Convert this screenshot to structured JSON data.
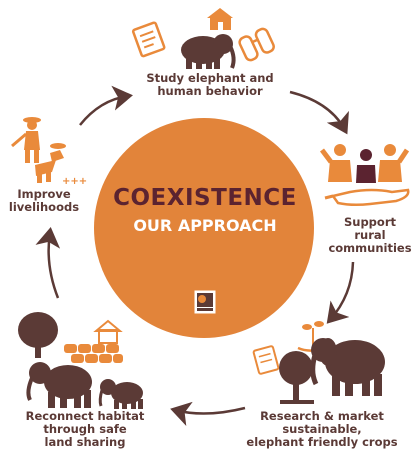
{
  "center": {
    "title": "COEXISTENCE",
    "subtitle": "OUR APPROACH"
  },
  "steps": [
    {
      "line1": "Study elephant and",
      "line2": "human behavior",
      "line3": ""
    },
    {
      "line1": "Support",
      "line2": "rural",
      "line3": "communities"
    },
    {
      "line1": "Research & market",
      "line2": "sustainable,",
      "line3": "elephant friendly crops"
    },
    {
      "line1": "Reconnect habitat",
      "line2": "through safe",
      "line3": "land sharing"
    },
    {
      "line1": "Improve",
      "line2": "livelihoods",
      "line3": ""
    }
  ],
  "colors": {
    "circle": "#e2843a",
    "brown": "#5b3a36",
    "orange": "#e98a3b",
    "title": "#5b2330"
  },
  "icons": [
    "house-icon",
    "notebook-icon",
    "elephant-icon",
    "binoculars-icon",
    "people-icon",
    "hand-icon",
    "seedling-hand-icon",
    "tree-icon",
    "house-icon",
    "grain-sacks-icon",
    "elephant-family-icon",
    "farmer-icon",
    "logo-icon"
  ]
}
